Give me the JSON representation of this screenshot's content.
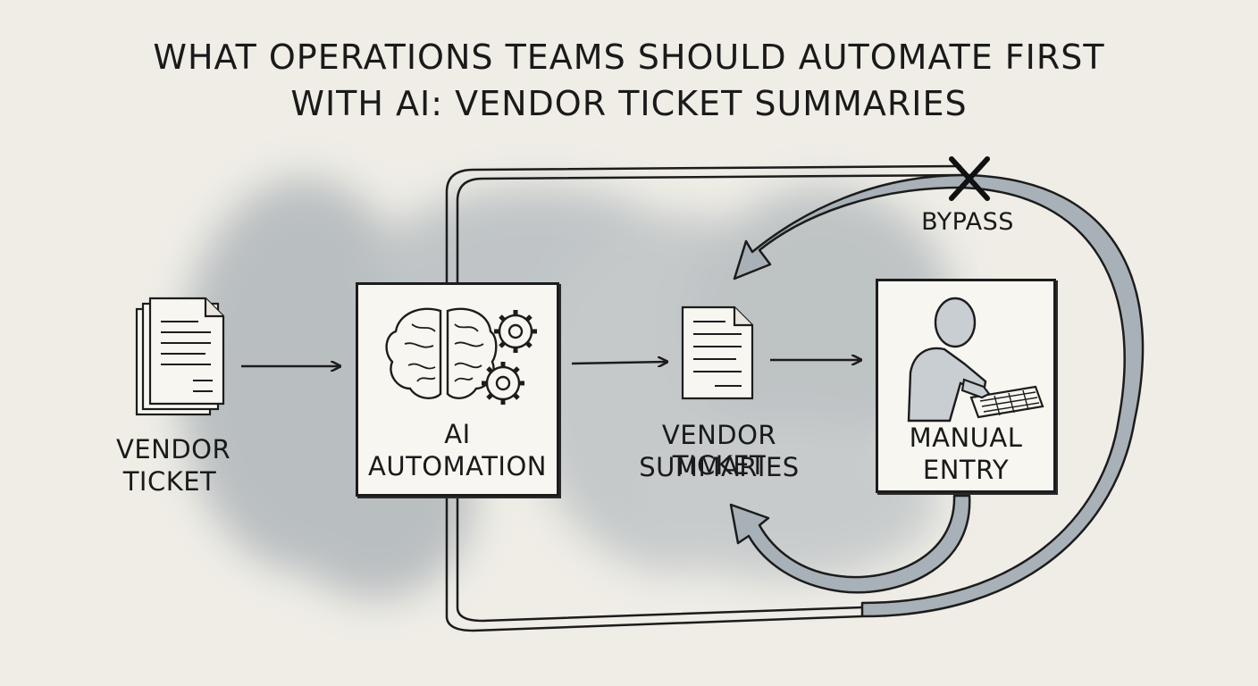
{
  "title": {
    "line1": "WHAT OPERATIONS TEAMS SHOULD AUTOMATE FIRST",
    "line2": "WITH AI: VENDOR TICKET SUMMARIES"
  },
  "nodes": {
    "vendor_ticket": {
      "line1": "VENDOR",
      "line2": "TICKET",
      "icon": "document-stack-icon"
    },
    "ai_automation": {
      "line1": "AI",
      "line2": "AUTOMATION",
      "icon": "brain-gears-icon"
    },
    "summaries": {
      "line1": "VENDOR TICKET",
      "line2": "SUMMARIES",
      "icon": "document-icon"
    },
    "manual_entry": {
      "line1": "MANUAL",
      "line2": "ENTRY",
      "icon": "person-typing-icon"
    }
  },
  "bypass": {
    "label": "BYPASS",
    "marker": "x-mark-icon"
  },
  "colors": {
    "paper": "#efede6",
    "ink": "#1c1c1c",
    "wash": "#8e99a3",
    "arrow_fill": "#a9b1b8"
  }
}
